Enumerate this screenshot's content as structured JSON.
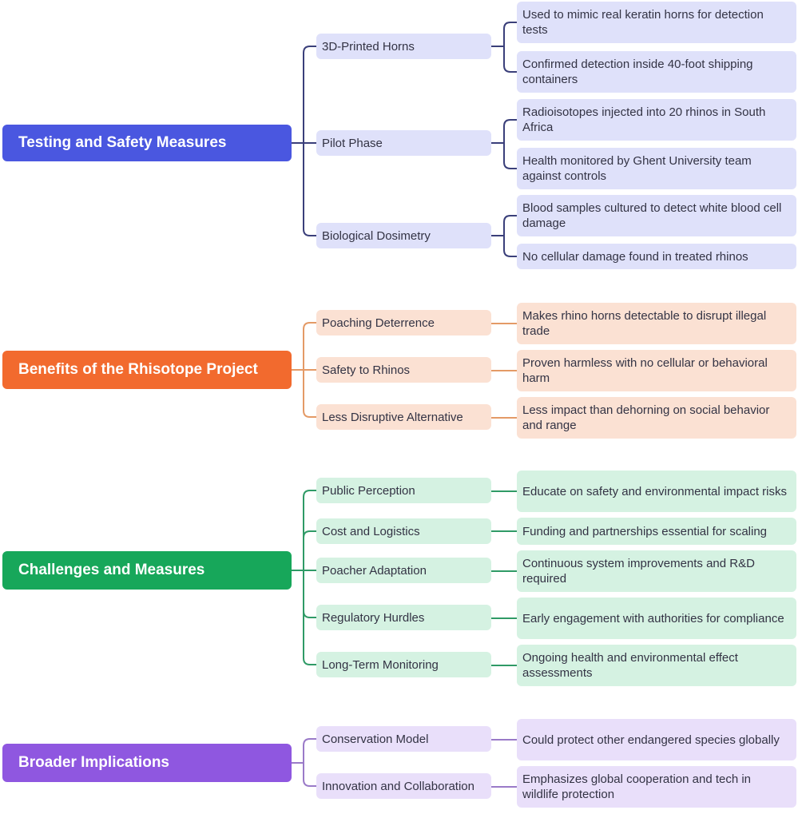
{
  "branches": [
    {
      "title": "Testing and Safety Measures",
      "color": "#4a57e0",
      "line": "#3a3f7a",
      "light": "#dfe1fa",
      "items": [
        {
          "label": "3D-Printed Horns",
          "details": [
            "Used to mimic real keratin horns for detection tests",
            "Confirmed detection inside 40-foot shipping containers"
          ]
        },
        {
          "label": "Pilot Phase",
          "details": [
            "Radioisotopes injected into 20 rhinos in South Africa",
            "Health monitored by Ghent University team against controls"
          ]
        },
        {
          "label": "Biological Dosimetry",
          "details": [
            "Blood samples cultured to detect white blood cell damage",
            "No cellular damage found in treated rhinos"
          ]
        }
      ]
    },
    {
      "title": "Benefits of the Rhisotope Project",
      "color": "#f26a2e",
      "line": "#e49a66",
      "light": "#fbe1d3",
      "items": [
        {
          "label": "Poaching Deterrence",
          "details": [
            "Makes rhino horns detectable to disrupt illegal trade"
          ]
        },
        {
          "label": "Safety to Rhinos",
          "details": [
            "Proven harmless with no cellular or behavioral harm"
          ]
        },
        {
          "label": "Less Disruptive Alternative",
          "details": [
            "Less impact than dehorning on social behavior and range"
          ]
        }
      ]
    },
    {
      "title": "Challenges and Measures",
      "color": "#17a75a",
      "line": "#2f9a66",
      "light": "#d5f2e2",
      "items": [
        {
          "label": "Public Perception",
          "details": [
            "Educate on safety and environmental impact risks"
          ]
        },
        {
          "label": "Cost and Logistics",
          "details": [
            "Funding and partnerships essential for scaling"
          ]
        },
        {
          "label": "Poacher Adaptation",
          "details": [
            "Continuous system improvements and R&D required"
          ]
        },
        {
          "label": "Regulatory Hurdles",
          "details": [
            "Early engagement with authorities for compliance"
          ]
        },
        {
          "label": "Long-Term Monitoring",
          "details": [
            "Ongoing health and environmental effect assessments"
          ]
        }
      ]
    },
    {
      "title": "Broader Implications",
      "color": "#8f57e0",
      "line": "#9a7ac8",
      "light": "#e9dffa",
      "items": [
        {
          "label": "Conservation Model",
          "details": [
            "Could protect other endangered species globally"
          ]
        },
        {
          "label": "Innovation and Collaboration",
          "details": [
            "Emphasizes global cooperation and tech in wildlife protection"
          ]
        }
      ]
    }
  ]
}
